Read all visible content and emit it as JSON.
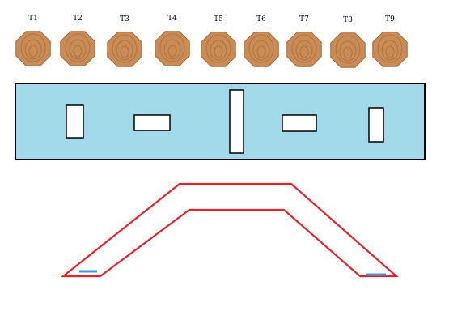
{
  "targets": [
    {
      "label": "T1"
    },
    {
      "label": "T2"
    },
    {
      "label": "T3"
    },
    {
      "label": "T4"
    },
    {
      "label": "T5"
    },
    {
      "label": "T6"
    },
    {
      "label": "T7"
    },
    {
      "label": "T8"
    },
    {
      "label": "T9"
    }
  ],
  "barrier_panel": {
    "fill_color": "#a3dae9",
    "border_color": "#000000",
    "openings": [
      {
        "orientation": "vertical"
      },
      {
        "orientation": "horizontal"
      },
      {
        "orientation": "vertical-tall"
      },
      {
        "orientation": "horizontal"
      },
      {
        "orientation": "vertical"
      }
    ]
  },
  "firing_line": {
    "outline_color": "#e8212b",
    "marker_color": "#3a9bd9"
  },
  "colors": {
    "target_fill": "#c98c56",
    "target_stroke": "#a8693b",
    "target_rings": "#a8693b"
  }
}
